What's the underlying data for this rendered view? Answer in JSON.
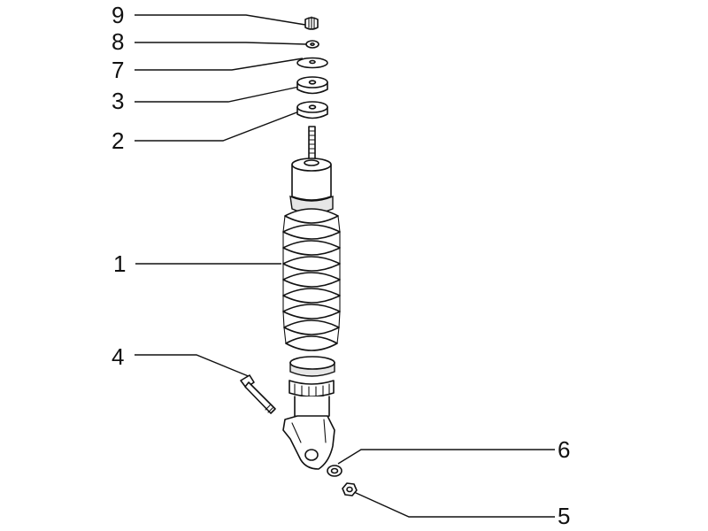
{
  "diagram": {
    "type": "exploded-parts-view",
    "callouts": [
      {
        "id": "9",
        "label": "9"
      },
      {
        "id": "8",
        "label": "8"
      },
      {
        "id": "7",
        "label": "7"
      },
      {
        "id": "3",
        "label": "3"
      },
      {
        "id": "2",
        "label": "2"
      },
      {
        "id": "1",
        "label": "1"
      },
      {
        "id": "4",
        "label": "4"
      },
      {
        "id": "6",
        "label": "6"
      },
      {
        "id": "5",
        "label": "5"
      }
    ],
    "line_color": "#111111",
    "background": "#ffffff"
  }
}
